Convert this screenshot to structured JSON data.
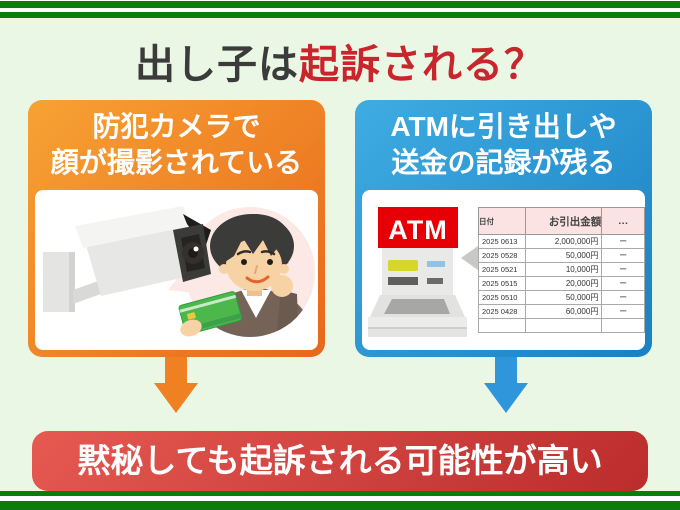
{
  "title": {
    "plain": "出し子は",
    "highlight": "起訴される？"
  },
  "cards": {
    "camera": {
      "heading_line1": "防犯カメラで",
      "heading_line2": "顔が撮影されている"
    },
    "atm": {
      "heading_line1": "ATMに引き出しや",
      "heading_line2": "送金の記録が残る",
      "sign_label": "ATM"
    }
  },
  "atm_table": {
    "headers": [
      "日付",
      "お引出金額",
      "…"
    ],
    "rows": [
      [
        "2025 0613",
        "2,000,000円",
        "ー"
      ],
      [
        "2025 0528",
        "50,000円",
        "ー"
      ],
      [
        "2025 0521",
        "10,000円",
        "ー"
      ],
      [
        "2025 0515",
        "20,000円",
        "ー"
      ],
      [
        "2025 0510",
        "50,000円",
        "ー"
      ],
      [
        "2025 0428",
        "60,000円",
        "ー"
      ],
      [
        "",
        "",
        ""
      ]
    ]
  },
  "conclusion": {
    "text": "黙秘しても起訴される可能性が高い"
  },
  "icons": [
    "security-camera-icon",
    "person-avatar",
    "atm-icon",
    "orange-down-arrow",
    "blue-down-arrow"
  ],
  "colors": {
    "frame_green": "#0a7d0a",
    "background_mint": "#e9f7e4",
    "title_text": "#3b3b3b",
    "title_highlight_red": "#c8262c",
    "card_camera_orange": "#ee7623",
    "card_atm_blue": "#2596d1",
    "arrow_orange": "#ef8122",
    "arrow_blue": "#2f96db",
    "banner_red": "#d23a3a",
    "atm_sign_red": "#e60005",
    "table_header_pink": "#fbe3e3",
    "bank_card_green": "#4cb84c"
  }
}
